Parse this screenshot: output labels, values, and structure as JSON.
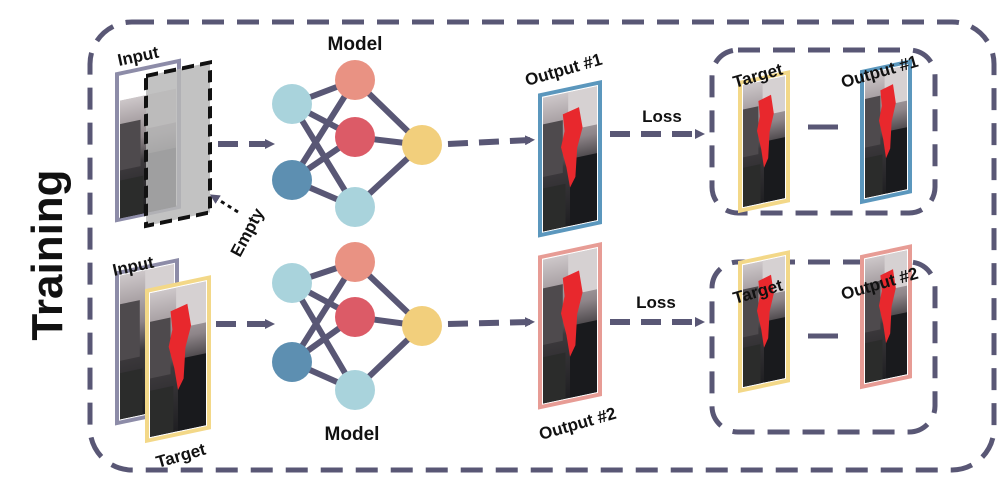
{
  "side_title": "Training",
  "top_row": {
    "input_label": "Input",
    "empty_label": "Empty",
    "model_label": "Model",
    "output_label": "Output #1",
    "loss_label": "Loss",
    "compare_target_label": "Target",
    "compare_output_label": "Output #1"
  },
  "bottom_row": {
    "input_label": "Input",
    "target_label": "Target",
    "model_label": "Model",
    "output_label": "Output #2",
    "loss_label": "Loss",
    "compare_target_label": "Target",
    "compare_output_label": "Output #2"
  },
  "colors": {
    "dashed_border": "#595775",
    "input_frame": "#8d8ca8",
    "target_frame": "#f3d888",
    "output1_frame": "#5b97bd",
    "output2_frame": "#e79c95",
    "node_light_blue": "#a9d3dc",
    "node_dark_blue": "#5d8fb1",
    "node_salmon": "#e99283",
    "node_red": "#dc5b67",
    "node_yellow": "#f2cf7c",
    "mask_red": "#e8282d"
  }
}
